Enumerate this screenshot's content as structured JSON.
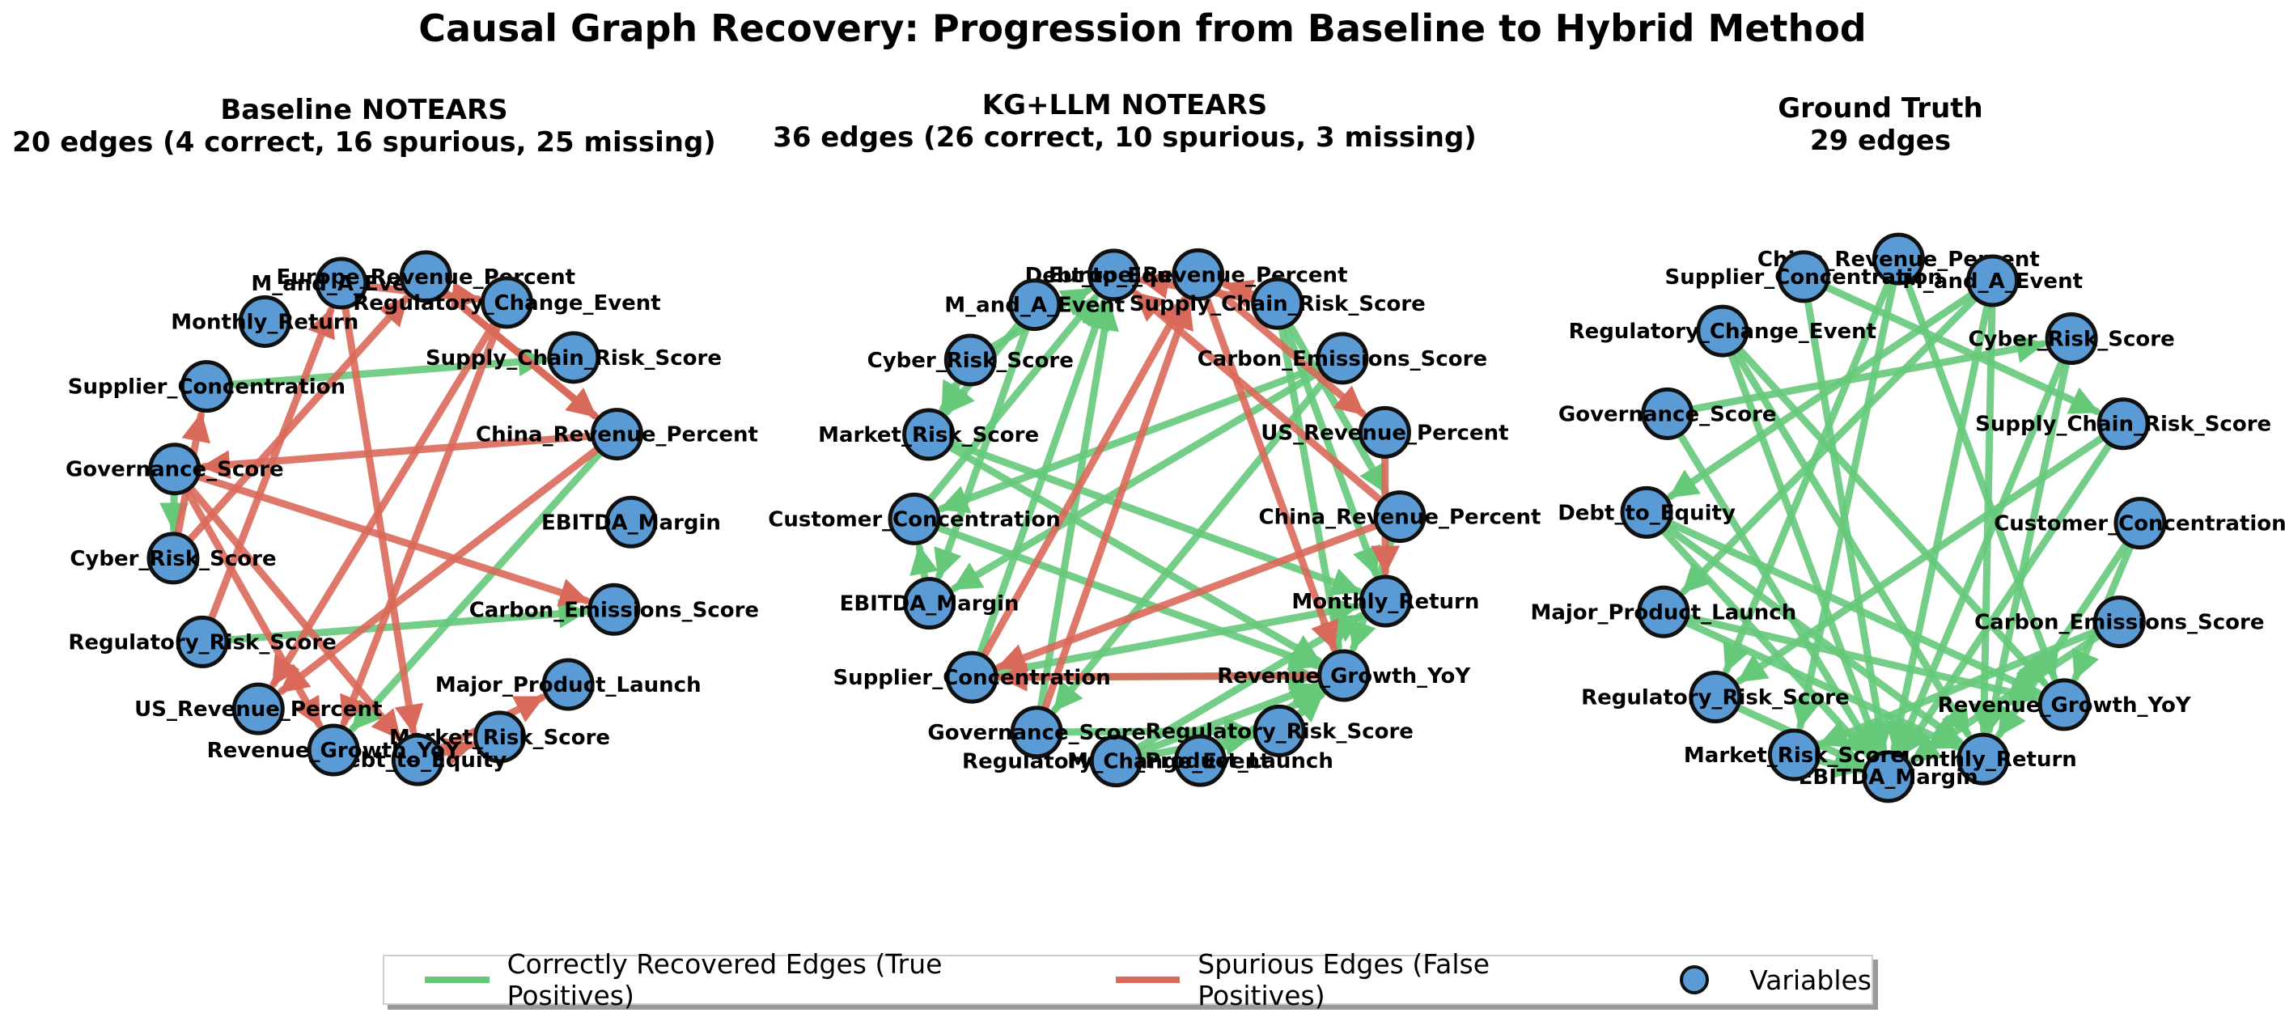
{
  "title": "Causal Graph Recovery: Progression from Baseline to Hybrid Method",
  "colors": {
    "correct": "#66c97a",
    "spurious": "#d9695a",
    "node_fill": "#5b9bd5",
    "node_stroke": "#111111"
  },
  "panels": [
    {
      "id": "baseline",
      "title_line1": "Baseline NOTEARS",
      "title_line2": "20 edges (4 correct, 16 spurious, 25 missing)",
      "nodes": [
        "Monthly_Return",
        "M_and_A_Event",
        "Europe_Revenue_Percent",
        "Regulatory_Change_Event",
        "Supply_Chain_Risk_Score",
        "China_Revenue_Percent",
        "EBITDA_Margin",
        "Carbon_Emissions_Score",
        "Major_Product_Launch",
        "Market_Risk_Score",
        "Debt_to_Equity",
        "Revenue_Growth_YoY",
        "US_Revenue_Percent",
        "Regulatory_Risk_Score",
        "Cyber_Risk_Score",
        "Governance_Score",
        "Supplier_Concentration"
      ],
      "correct_edges": [
        [
          16,
          4
        ],
        [
          5,
          11
        ],
        [
          13,
          7
        ],
        [
          15,
          14
        ]
      ],
      "spurious_edges": [
        [
          2,
          5
        ],
        [
          3,
          12
        ],
        [
          1,
          10
        ],
        [
          15,
          7
        ],
        [
          5,
          15
        ],
        [
          15,
          10
        ],
        [
          3,
          11
        ],
        [
          14,
          16
        ],
        [
          14,
          2
        ],
        [
          10,
          9
        ],
        [
          10,
          8
        ],
        [
          13,
          1
        ],
        [
          5,
          12
        ],
        [
          1,
          3
        ],
        [
          2,
          5
        ],
        [
          15,
          11
        ]
      ]
    },
    {
      "id": "kg_llm",
      "title_line1": "KG+LLM NOTEARS",
      "title_line2": "36 edges (26 correct, 10 spurious, 3 missing)",
      "nodes": [
        "Debt_to_Equity",
        "Europe_Revenue_Percent",
        "Supply_Chain_Risk_Score",
        "Carbon_Emissions_Score",
        "US_Revenue_Percent",
        "China_Revenue_Percent",
        "Monthly_Return",
        "Revenue_Growth_YoY",
        "Regulatory_Risk_Score",
        "Major_Product_Launch",
        "Regulatory_Change_Event",
        "Governance_Score",
        "Supplier_Concentration",
        "EBITDA_Margin",
        "Customer_Concentration",
        "Market_Risk_Score",
        "Cyber_Risk_Score",
        "M_and_A_Event"
      ],
      "correct_edges": [
        [
          17,
          13
        ],
        [
          16,
          15
        ],
        [
          15,
          6
        ],
        [
          15,
          7
        ],
        [
          14,
          7
        ],
        [
          14,
          0
        ],
        [
          12,
          0
        ],
        [
          12,
          6
        ],
        [
          11,
          8
        ],
        [
          10,
          7
        ],
        [
          10,
          6
        ],
        [
          9,
          7
        ],
        [
          8,
          7
        ],
        [
          3,
          13
        ],
        [
          3,
          14
        ],
        [
          2,
          6
        ],
        [
          2,
          7
        ],
        [
          5,
          7
        ],
        [
          16,
          0
        ],
        [
          17,
          15
        ],
        [
          11,
          0
        ],
        [
          13,
          14
        ],
        [
          3,
          11
        ],
        [
          12,
          7
        ],
        [
          2,
          5
        ],
        [
          10,
          8
        ]
      ],
      "spurious_edges": [
        [
          5,
          12
        ],
        [
          1,
          4
        ],
        [
          7,
          12
        ],
        [
          4,
          6
        ],
        [
          2,
          1
        ],
        [
          12,
          1
        ],
        [
          11,
          1
        ],
        [
          1,
          7
        ],
        [
          5,
          0
        ],
        [
          2,
          0
        ]
      ]
    },
    {
      "id": "ground_truth",
      "title_line1": "Ground Truth",
      "title_line2": "29 edges",
      "nodes": [
        "China_Revenue_Percent",
        "M_and_A_Event",
        "Cyber_Risk_Score",
        "Supply_Chain_Risk_Score",
        "Customer_Concentration",
        "Carbon_Emissions_Score",
        "Revenue_Growth_YoY",
        "Monthly_Return",
        "EBITDA_Margin",
        "Market_Risk_Score",
        "Regulatory_Risk_Score",
        "Major_Product_Launch",
        "Debt_to_Equity",
        "Governance_Score",
        "Regulatory_Change_Event",
        "Supplier_Concentration"
      ],
      "correct_edges": [
        [
          15,
          3
        ],
        [
          15,
          8
        ],
        [
          13,
          2
        ],
        [
          14,
          6
        ],
        [
          14,
          7
        ],
        [
          14,
          8
        ],
        [
          0,
          9
        ],
        [
          0,
          10
        ],
        [
          0,
          6
        ],
        [
          1,
          12
        ],
        [
          1,
          7
        ],
        [
          1,
          8
        ],
        [
          1,
          11
        ],
        [
          2,
          7
        ],
        [
          2,
          8
        ],
        [
          3,
          8
        ],
        [
          3,
          10
        ],
        [
          4,
          7
        ],
        [
          5,
          8
        ],
        [
          5,
          9
        ],
        [
          11,
          6
        ],
        [
          11,
          7
        ],
        [
          12,
          7
        ],
        [
          12,
          8
        ],
        [
          12,
          6
        ],
        [
          10,
          8
        ],
        [
          9,
          8
        ],
        [
          4,
          6
        ],
        [
          13,
          8
        ]
      ],
      "spurious_edges": []
    }
  ],
  "legend": {
    "correct_label": "Correctly Recovered Edges (True Positives)",
    "spurious_label": "Spurious Edges (False Positives)",
    "nodes_label": "Variables"
  }
}
